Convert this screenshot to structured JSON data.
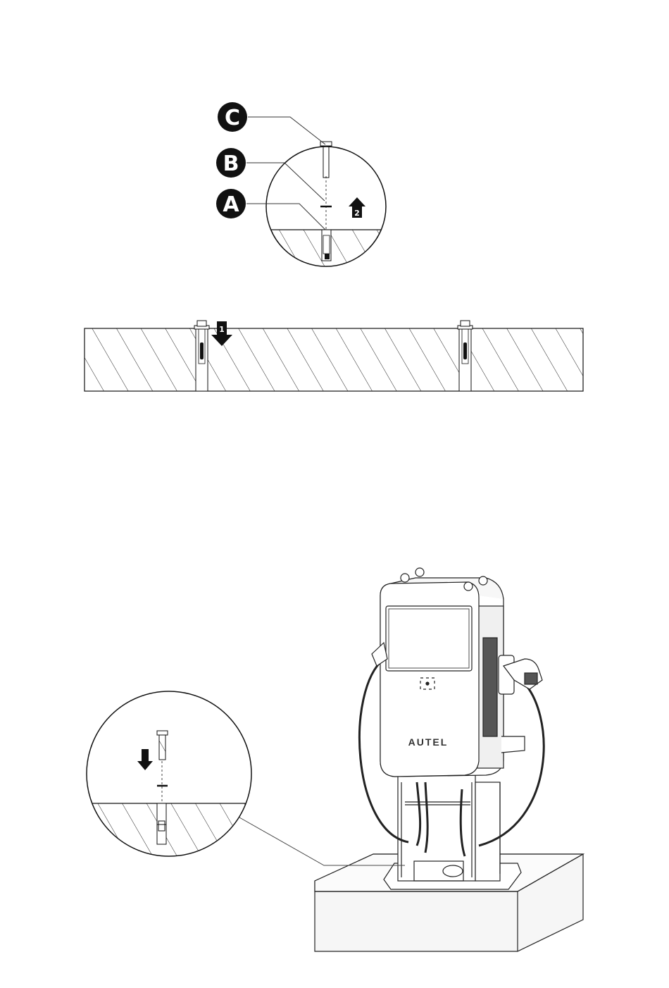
{
  "callouts": {
    "top_detail": [
      {
        "letter": "C"
      },
      {
        "letter": "B"
      },
      {
        "letter": "A"
      }
    ],
    "step_up": "2",
    "step_down": "1"
  },
  "charger": {
    "brand": "AUTEL"
  },
  "colors": {
    "ink": "#111111",
    "line": "#333333",
    "floor": "#f2f2f2"
  }
}
